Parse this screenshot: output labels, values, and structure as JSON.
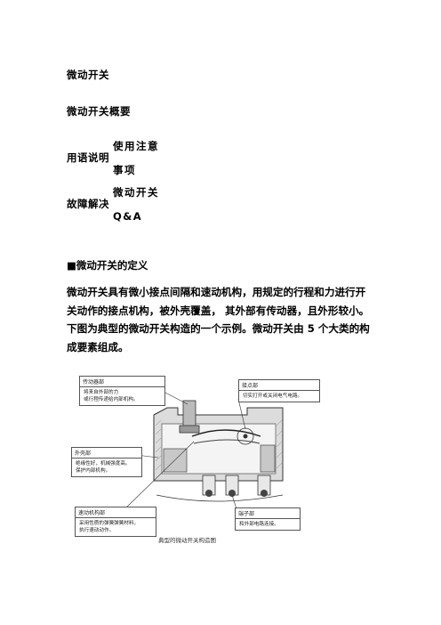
{
  "doc": {
    "title": "微动开关",
    "overview": "微动开关概要",
    "terms": "用语说明",
    "usage_line1": "使用注意",
    "usage_line2": "事项",
    "troubleshoot": "故障解决",
    "switch_qa_line1": "微动开关",
    "switch_qa_line2": "Q&A",
    "definition_heading": "■微动开关的定义",
    "paragraph_lines": [
      "微动开关具有微小接点间隔和速动机构，用规定的行程和力进行开",
      "关动作的接点机构，被外壳覆盖，  其外部有传动器，且外形较小。",
      "下图为典型的微动开关构造的一个示例。微动开关由 5 个大类的构",
      "成要素组成。"
    ]
  },
  "figure": {
    "caption": "典型的微动开关构造图",
    "callouts": {
      "actuator": {
        "title": "传动器部",
        "lines": [
          "将来自外部的力",
          "或行程传递给内部机构。"
        ]
      },
      "contact": {
        "title": "接点部",
        "lines": [
          "切实打开或关闭电气电路。"
        ]
      },
      "case": {
        "title": "外壳部",
        "lines": [
          "绝缘性好，机械强度高。",
          "保护内部机构。"
        ]
      },
      "spring": {
        "title": "速动机构部",
        "lines": [
          "采用性质的弹簧弹簧材料，",
          "执行速动动作。"
        ]
      },
      "terminal": {
        "title": "端子部",
        "lines": [
          "和外部电路连接。"
        ]
      }
    }
  }
}
